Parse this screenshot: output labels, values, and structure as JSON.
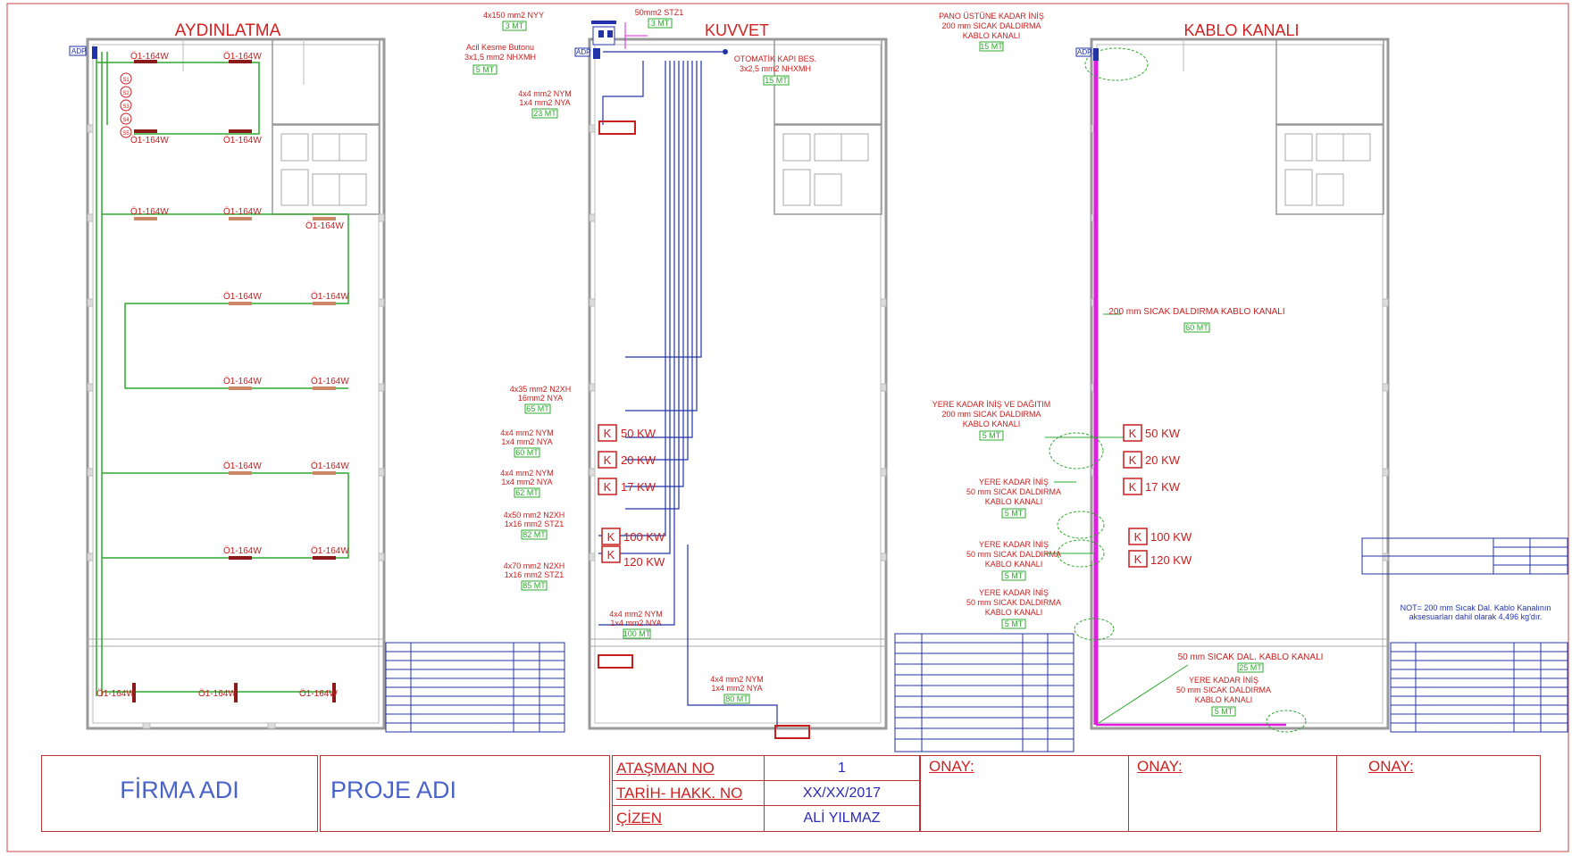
{
  "panels": {
    "lighting": {
      "title": "AYDINLATMA",
      "panel_tag": "ADP",
      "fixture_label": "Ö1-164W",
      "circuits": [
        "S1",
        "S2",
        "S3",
        "S4",
        "S5"
      ]
    },
    "power": {
      "title": "KUVVET",
      "panel_tag": "ADP",
      "cable_top": "4x150 mm2 NYY",
      "cable_top_len": "3 MT",
      "cable_top2": "50mm2 STZ1",
      "cable_top2_len": "3 MT",
      "emergency_button": "Acil Kesme Butonu",
      "emergency_cable": "3x1,5 mm2 NHXMH",
      "emergency_len": "5 MT",
      "auto_door": "OTOMATİK KAPI BES.",
      "auto_door_cable": "3x2,5 mm2 NHXMH",
      "auto_door_len": "15 MT",
      "feed_a": "4x4 mm2 NYM",
      "feed_a2": "1x4 mm2 NYA",
      "feed_a_len": "23 MT",
      "feeders": [
        {
          "cable": "4x35 mm2 N2XH",
          "ground": "16mm2 NYA",
          "len": "65 MT",
          "kw": "50 KW"
        },
        {
          "cable": "4x4 mm2 NYM",
          "ground": "1x4 mm2 NYA",
          "len": "60 MT",
          "kw": "20 KW"
        },
        {
          "cable": "4x4 mm2 NYM",
          "ground": "1x4 mm2 NYA",
          "len": "62 MT",
          "kw": "17 KW"
        },
        {
          "cable": "4x50 mm2 N2XH",
          "ground": "1x16 mm2 STZ1",
          "len": "82 MT",
          "kw": "100 KW"
        },
        {
          "cable": "4x70 mm2 N2XH",
          "ground": "1x16 mm2 STZ1",
          "len": "85 MT",
          "kw": "120 KW"
        }
      ],
      "feed_b": "4x4 mm2 NYM",
      "feed_b2": "1x4 mm2 NYA",
      "feed_b_len": "100 MT",
      "feed_c": "4x4 mm2 NYM",
      "feed_c2": "1x4 mm2 NYA",
      "feed_c_len": "80 MT",
      "k_letter": "K"
    },
    "tray": {
      "title": "KABLO KANALI",
      "panel_tag": "ADP",
      "top_note_1": "PANO ÜSTÜNE KADAR İNİŞ",
      "top_note_2": "200 mm SICAK DALDIRMA",
      "top_note_3": "KABLO KANALI",
      "top_note_len": "15 MT",
      "main_tray": "200 mm SICAK DALDIRMA KABLO KANALI",
      "main_tray_len": "60 MT",
      "drop1_1": "YERE KADAR İNİŞ VE DAĞITIM",
      "drop1_2": "200 mm SICAK DALDIRMA",
      "drop1_3": "KABLO KANALI",
      "drop1_len": "5 MT",
      "drop2_1": "YERE KADAR İNİŞ",
      "drop2_2": "50 mm SICAK DALDIRMA",
      "drop2_3": "KABLO KANALI",
      "drop2_len": "5 MT",
      "drop3_1": "YERE KADAR İNİŞ",
      "drop3_2": "50 mm SICAK DALDIRMA",
      "drop3_3": "KABLO KANALI",
      "drop3_len": "5 MT",
      "drop4_1": "YERE KADAR İNİŞ",
      "drop4_2": "50 mm SICAK DALDIRMA",
      "drop4_3": "KABLO KANALI",
      "drop4_len": "5 MT",
      "bottom_tray": "50 mm SICAK DAL. KABLO KANALI",
      "bottom_tray_len": "25 MT",
      "drop5_1": "YERE KADAR İNİŞ",
      "drop5_2": "50 mm SICAK DALDIRMA",
      "drop5_3": "KABLO KANALI",
      "drop5_len": "5 MT",
      "note": "NOT= 200 mm Sıcak Dal. Kablo Kanalının",
      "note2": "aksesuarları dahil olarak 4,496 kg'dır."
    }
  },
  "title_block": {
    "firm": "FİRMA ADI",
    "project": "PROJE ADI",
    "sheet_no_label": "ATAŞMAN NO",
    "sheet_no": "1",
    "date_label": "TARİH- HAKK. NO",
    "date": "XX/XX/2017",
    "drawn_label": "ÇİZEN",
    "drawn": "ALİ YILMAZ",
    "approve": "ONAY:"
  },
  "colors": {
    "green": "#2fa82f",
    "red": "#c81e1e",
    "blue": "#2233aa",
    "magenta": "#e01ee0",
    "wall": "#9a9a9a",
    "title_red": "#d42020"
  }
}
